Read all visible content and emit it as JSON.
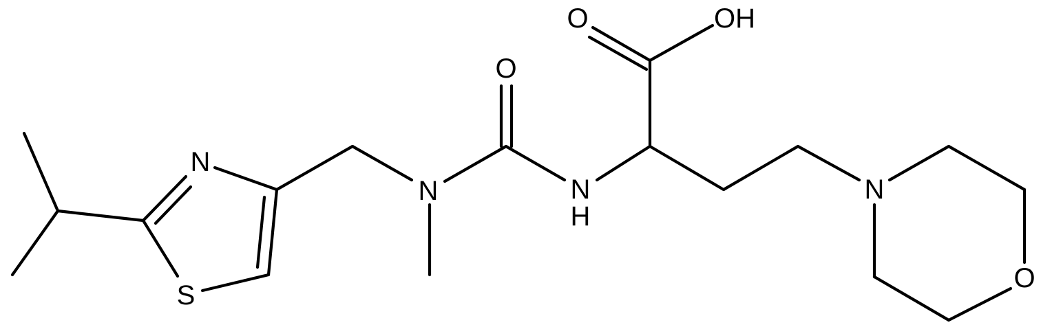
{
  "atoms": {
    "hydroxyl": "OH",
    "carbonyl_oxygen_acid": "O",
    "carbonyl_oxygen_urea": "O",
    "amide_nitrogen": "N",
    "amide_hydrogen": "H",
    "methyl_nitrogen": "N",
    "thiazole_nitrogen": "N",
    "thiazole_sulfur": "S",
    "morpholine_nitrogen": "N",
    "morpholine_oxygen": "O"
  },
  "colors": {
    "ink": "#000000",
    "background": "#ffffff"
  }
}
